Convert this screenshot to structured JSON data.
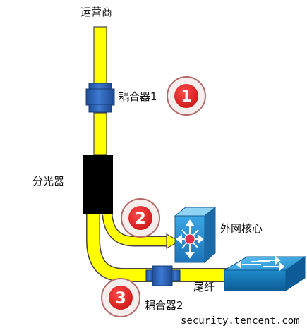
{
  "labels": {
    "carrier": "运营商",
    "coupler1": "耦合器1",
    "splitter": "分光器",
    "outer_core": "外网核心",
    "tail_fiber": "尾纤",
    "coupler2": "耦合器2",
    "watermark": "security.tencent.com"
  },
  "badges": {
    "one": "1",
    "two": "2",
    "three": "3"
  },
  "colors": {
    "fiber_fill": "#ffff00",
    "fiber_outline": "#444444",
    "coupler": "#2f64b8",
    "splitter": "#000000",
    "switch_blue": "#1a8fd0",
    "badge_red": "#d61f1f",
    "badge_ring": "#b56a6a",
    "core_center": "#e0304a"
  },
  "icons": {
    "coupler": "fiber-coupler-icon",
    "splitter": "optical-splitter-icon",
    "core": "core-switch-icon",
    "access": "access-switch-icon"
  }
}
